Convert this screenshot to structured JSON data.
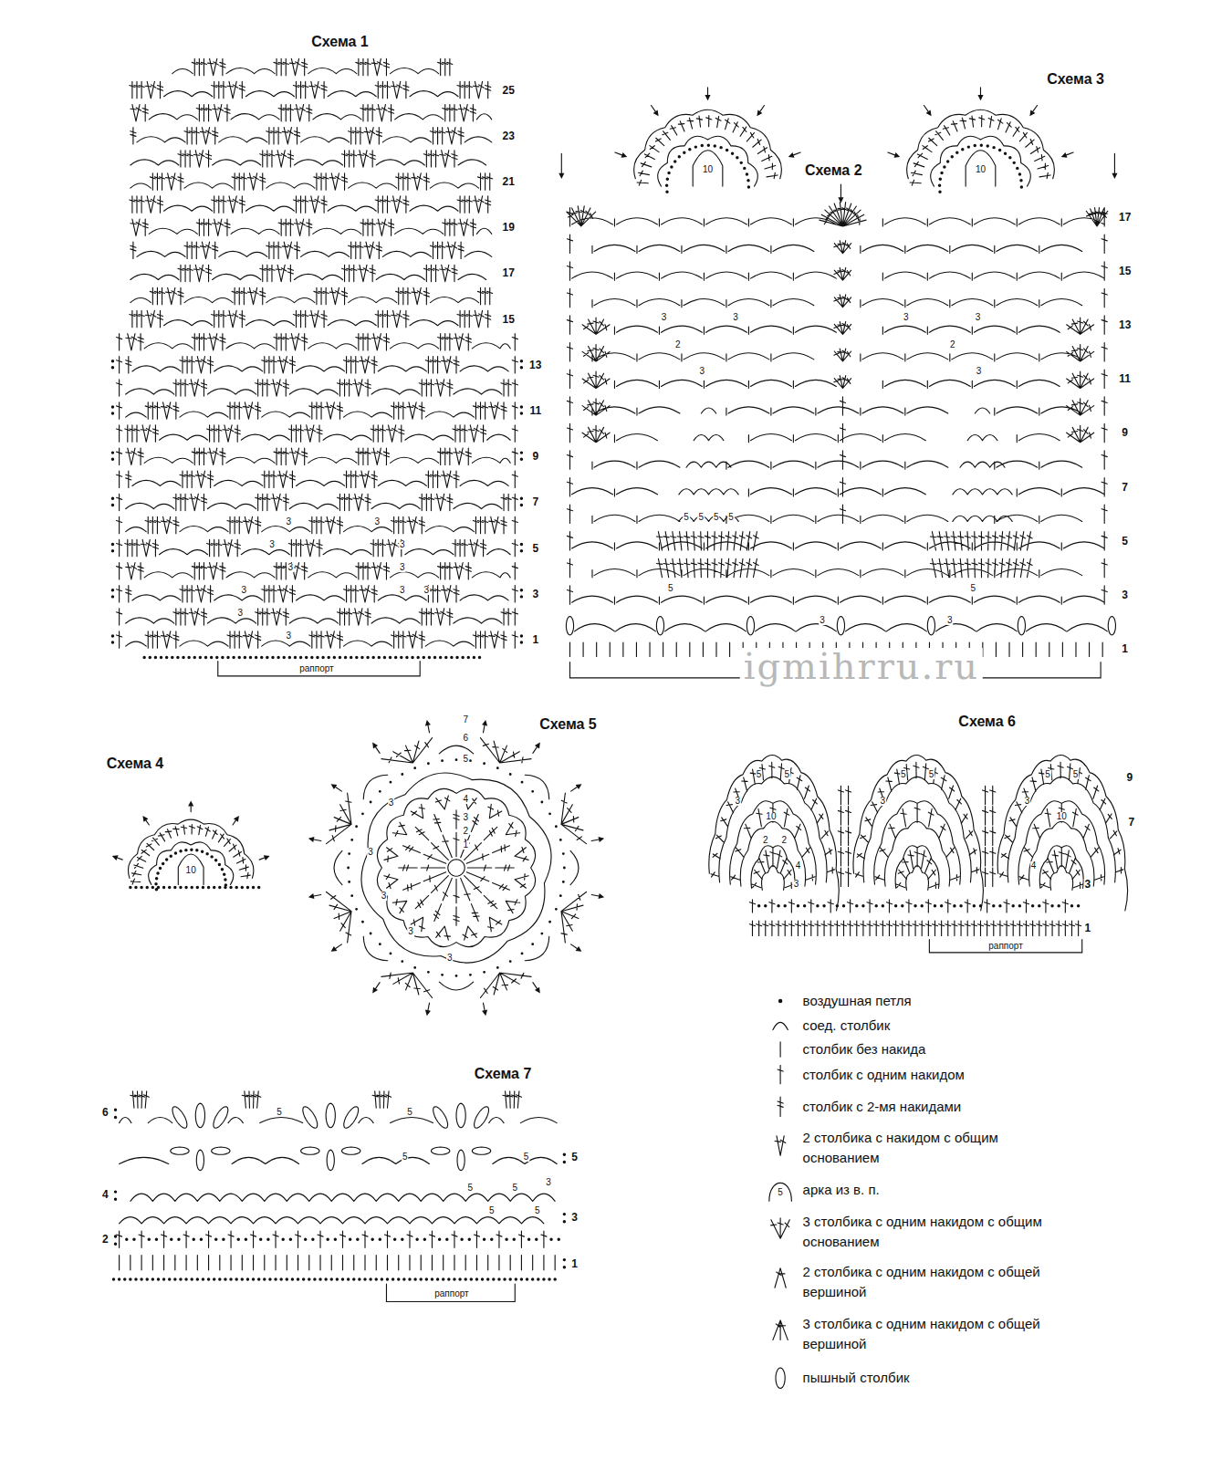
{
  "diagram": {
    "labels": [
      "Схема 1",
      "25",
      "23",
      "21",
      "19",
      "17",
      "15",
      "13",
      "11",
      "9",
      "7",
      "5",
      "3",
      "1",
      "раппорт",
      "3",
      "3",
      "3",
      "3",
      "3",
      "3",
      "3",
      "3",
      "3",
      "3",
      "3",
      "Схема 2",
      "17",
      "15",
      "13",
      "11",
      "9",
      "7",
      "5",
      "3",
      "1",
      "3",
      "3",
      "3",
      "3",
      "2",
      "2",
      "3",
      "3",
      "5",
      "5",
      "5",
      "5",
      "5",
      "5",
      "3",
      "3",
      "igmihrru.ru",
      "Схема 3",
      "10",
      "10",
      "Схема 4",
      "10",
      "Схема 5",
      "7",
      "6",
      "5",
      "4",
      "3",
      "2",
      "1",
      "3",
      "3",
      "3",
      "3",
      "3",
      "Схема 6",
      "9",
      "7",
      "3",
      "1",
      "раппорт",
      "5",
      "5",
      "5",
      "5",
      "5",
      "5",
      "3",
      "3",
      "3",
      "10",
      "10",
      "2",
      "2",
      "4",
      "4",
      "3",
      "Схема 7",
      "6",
      "5",
      "4",
      "3",
      "2",
      "1",
      "раппорт",
      "5",
      "5",
      "5",
      "5",
      "5",
      "5",
      "5",
      "5",
      "3",
      "5"
    ],
    "legend": [
      {
        "text": "воздушная петля"
      },
      {
        "text": "соед. столбик"
      },
      {
        "text": "столбик без накида"
      },
      {
        "text": "столбик с одним накидом"
      },
      {
        "text": "столбик с 2-мя накидами"
      },
      {
        "text": "2 столбика с накидом с общим основанием"
      },
      {
        "text": "арка из в. п."
      },
      {
        "text": "3 столбика с одним накидом с общим основанием"
      },
      {
        "text": "2 столбика с одним накидом с общей вершиной"
      },
      {
        "text": "3 столбика с одним накидом с общей вершиной"
      },
      {
        "text": "пышный столбик"
      }
    ]
  }
}
